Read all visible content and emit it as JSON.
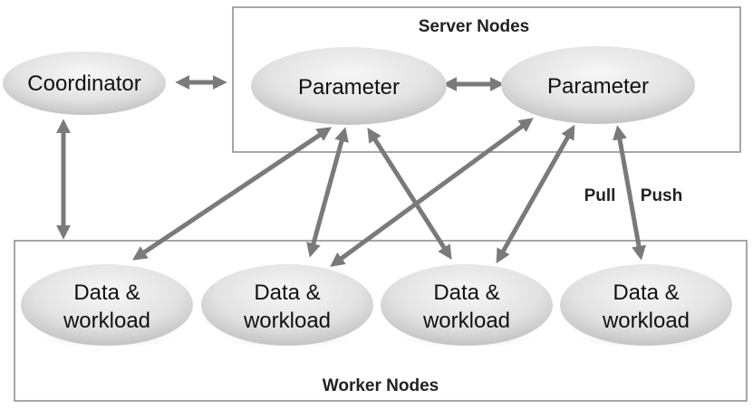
{
  "groups": {
    "server_nodes": {
      "title": "Server Nodes"
    },
    "worker_nodes": {
      "title": "Worker Nodes"
    }
  },
  "nodes": {
    "coordinator": {
      "label": "Coordinator"
    },
    "parameter_1": {
      "label": "Parameter"
    },
    "parameter_2": {
      "label": "Parameter"
    },
    "worker_1": {
      "line1": "Data &",
      "line2": "workload"
    },
    "worker_2": {
      "line1": "Data &",
      "line2": "workload"
    },
    "worker_3": {
      "line1": "Data &",
      "line2": "workload"
    },
    "worker_4": {
      "line1": "Data &",
      "line2": "workload"
    }
  },
  "edge_labels": {
    "pull": "Pull",
    "push": "Push"
  },
  "edges": [
    {
      "from": "coordinator",
      "to": "server_nodes",
      "direction": "bidirectional"
    },
    {
      "from": "coordinator",
      "to": "worker_nodes",
      "direction": "bidirectional"
    },
    {
      "from": "parameter_1",
      "to": "parameter_2",
      "direction": "bidirectional"
    },
    {
      "from": "parameter_1",
      "to": "worker_1",
      "direction": "bidirectional"
    },
    {
      "from": "parameter_1",
      "to": "worker_2",
      "direction": "bidirectional"
    },
    {
      "from": "parameter_1",
      "to": "worker_3",
      "direction": "bidirectional"
    },
    {
      "from": "parameter_2",
      "to": "worker_2",
      "direction": "bidirectional"
    },
    {
      "from": "parameter_2",
      "to": "worker_3",
      "direction": "bidirectional"
    },
    {
      "from": "parameter_2",
      "to": "worker_4",
      "direction": "bidirectional"
    }
  ],
  "colors": {
    "arrow": "#7a7a7a",
    "node_fill_light": "#f7f7f7",
    "node_fill_dark": "#bdbdbd",
    "box_border": "#8a8a8a"
  }
}
